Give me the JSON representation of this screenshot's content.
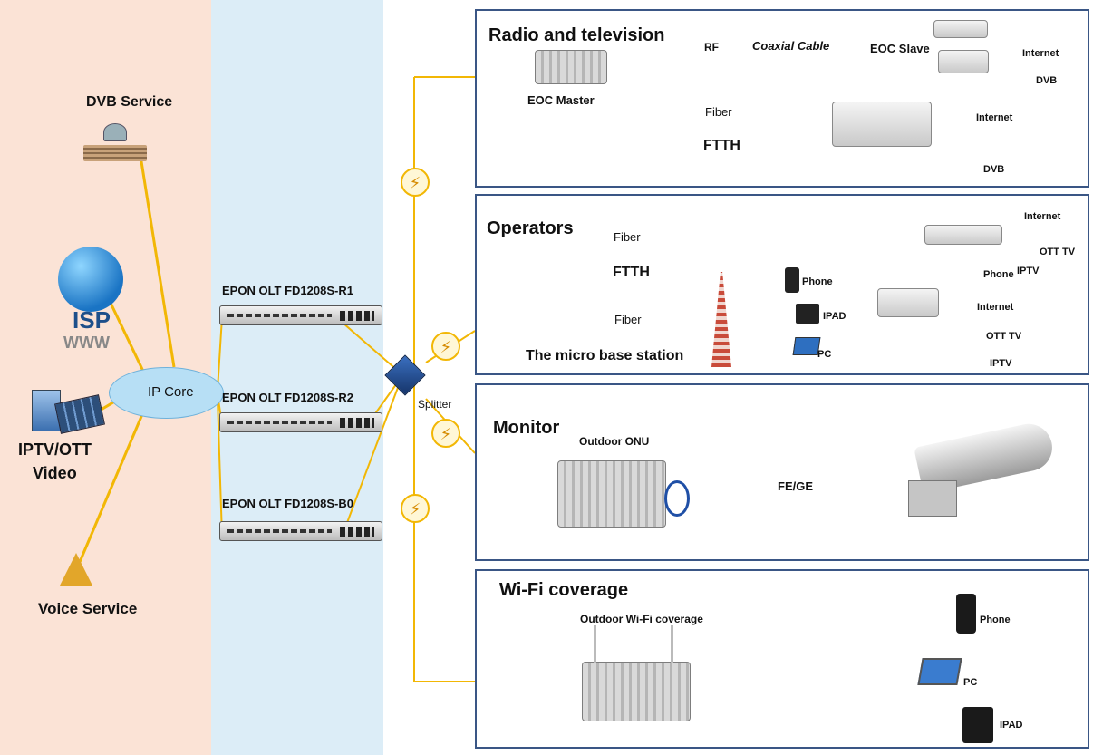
{
  "colors": {
    "left_bg": "#fbe3d6",
    "mid_bg": "#dcedf7",
    "fiber": "#f2b705",
    "panel_border": "#3a5685"
  },
  "left": {
    "dvb": "DVB Service",
    "isp": "ISP",
    "www": "WWW",
    "ip_core": "IP Core",
    "iptv_line1": "IPTV/OTT",
    "iptv_line2": "Video",
    "voice": "Voice Service"
  },
  "olts": [
    "EPON OLT FD1208S-R1",
    "EPON OLT FD1208S-R2",
    "EPON OLT FD1208S-B0"
  ],
  "splitter": "Splitter",
  "panels": {
    "radio": {
      "title": "Radio and television",
      "rf": "RF",
      "coaxial": "Coaxial Cable",
      "eoc_slave": "EOC Slave",
      "eoc_master": "EOC Master",
      "internet_a": "Internet",
      "dvb_a": "DVB",
      "fiber": "Fiber",
      "ftth": "FTTH",
      "internet_b": "Internet",
      "dvb_b": "DVB"
    },
    "operators": {
      "title": "Operators",
      "fiber_a": "Fiber",
      "ftth": "FTTH",
      "fiber_b": "Fiber",
      "base_station": "The micro base station",
      "phone_a": "Phone",
      "ipad": "IPAD",
      "pc": "PC",
      "internet_a": "Internet",
      "ott_a": "OTT TV",
      "phone_b": "Phone",
      "iptv_a": "IPTV",
      "internet_b": "Internet",
      "ott_b": "OTT TV",
      "iptv_b": "IPTV"
    },
    "monitor": {
      "title": "Monitor",
      "onu": "Outdoor ONU",
      "link": "FE/GE"
    },
    "wifi": {
      "title": "Wi-Fi coverage",
      "ap": "Outdoor Wi-Fi coverage",
      "phone": "Phone",
      "pc": "PC",
      "ipad": "IPAD"
    }
  }
}
